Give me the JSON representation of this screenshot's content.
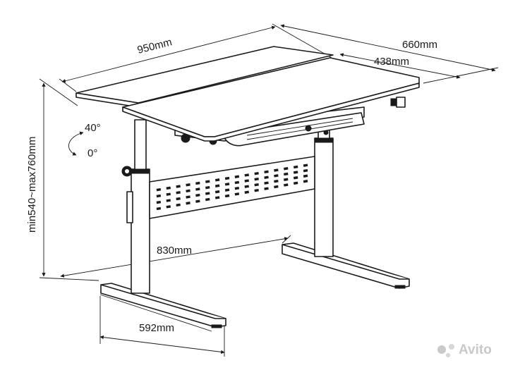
{
  "dimensions": {
    "width_top": "950mm",
    "depth_total": "660mm",
    "depth_tilt_panel": "438mm",
    "height_range": "min540~max760mm",
    "tilt_max": "40°",
    "tilt_min": "0°",
    "leg_span": "830mm",
    "foot_depth": "592mm"
  },
  "watermark": {
    "brand": "Avito"
  },
  "colors": {
    "line": "#1a1a1a",
    "panel": "#ffffff",
    "watermark": "#c9c9c9"
  }
}
